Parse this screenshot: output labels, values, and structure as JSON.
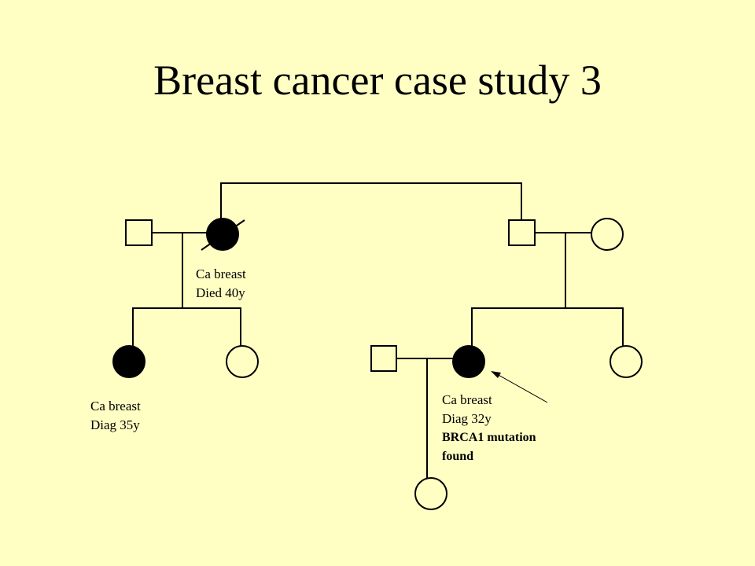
{
  "slide": {
    "title": "Breast cancer case study 3",
    "background_color": "#FFFFC4"
  },
  "pedigree": {
    "notes": {
      "grandmother": {
        "line1": "Ca breast",
        "line2": "Died 40y"
      },
      "aunt_daughter": {
        "line1": "Ca breast",
        "line2": "Diag 35y"
      },
      "proband": {
        "line1": "Ca breast",
        "line2": "Diag 32y",
        "line3": "BRCA1 mutation",
        "line4": "found"
      }
    },
    "individuals": [
      {
        "id": "gen1-male-left",
        "sex": "male",
        "affected": false,
        "deceased": false
      },
      {
        "id": "gen1-female-left",
        "sex": "female",
        "affected": true,
        "deceased": true
      },
      {
        "id": "gen1-male-right",
        "sex": "male",
        "affected": false,
        "deceased": false
      },
      {
        "id": "gen1-female-right",
        "sex": "female",
        "affected": false,
        "deceased": false
      },
      {
        "id": "gen2-female-affected-left",
        "sex": "female",
        "affected": true,
        "deceased": false
      },
      {
        "id": "gen2-female-unaffected-left",
        "sex": "female",
        "affected": false,
        "deceased": false
      },
      {
        "id": "gen2-male-spouse",
        "sex": "male",
        "affected": false,
        "deceased": false
      },
      {
        "id": "gen2-female-proband",
        "sex": "female",
        "affected": true,
        "deceased": false
      },
      {
        "id": "gen2-female-unaffected-right",
        "sex": "female",
        "affected": false,
        "deceased": false
      },
      {
        "id": "gen3-female",
        "sex": "female",
        "affected": false,
        "deceased": false
      }
    ]
  }
}
